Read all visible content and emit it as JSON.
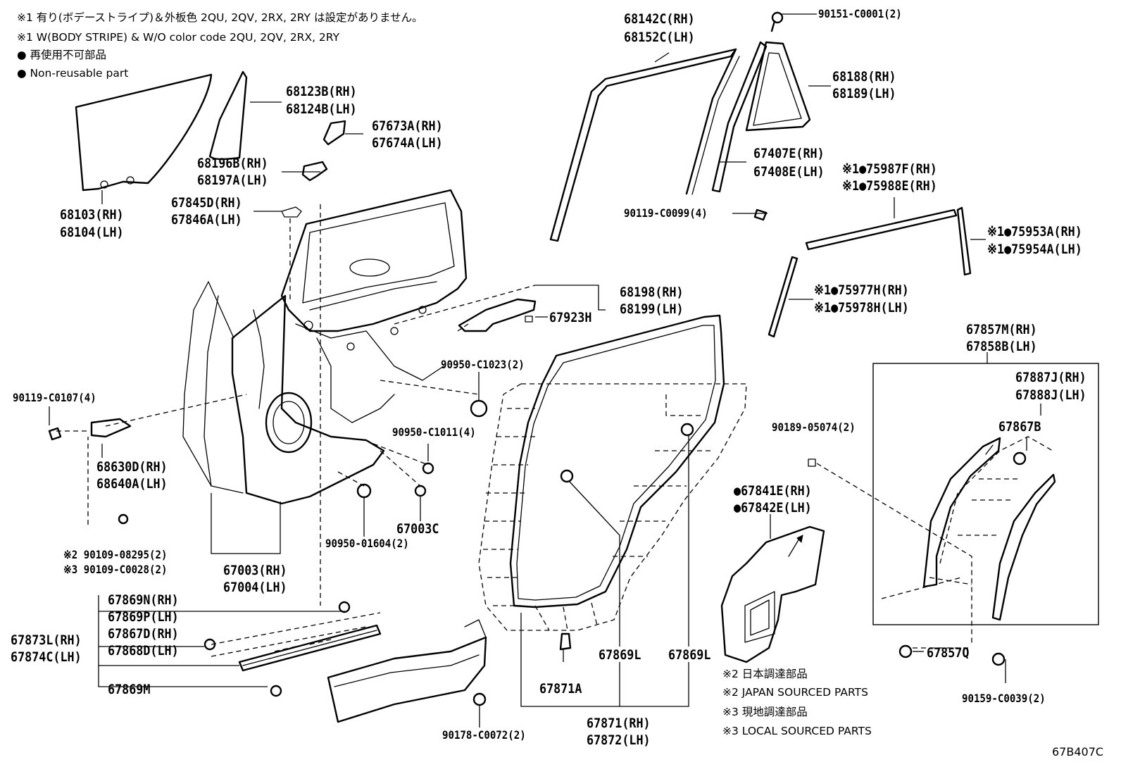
{
  "notes": {
    "n1_ja": "※1 有り(ボデーストライプ)＆外板色 2QU, 2QV, 2RX, 2RY は設定がありません。",
    "n1_en": "※1 W(BODY STRIPE) & W/O color code 2QU, 2QV, 2RX, 2RY",
    "n2_ja": "● 再使用不可部品",
    "n2_en": "● Non-reusable part",
    "f1": "※2 日本調達部品",
    "f2": "※2 JAPAN SOURCED PARTS",
    "f3": "※3 現地調達部品",
    "f4": "※3 LOCAL SOURCED PARTS"
  },
  "parts": {
    "p68142C": "68142C(RH)",
    "p68152C": "68152C(LH)",
    "p90151": "90151-C0001(2)",
    "p68188": "68188(RH)",
    "p68189": "68189(LH)",
    "p67407E": "67407E(RH)",
    "p67408E": "67408E(LH)",
    "p75987F": "※1●75987F(RH)",
    "p75988E": "※1●75988E(RH)",
    "p90119a": "90119-C0099(4)",
    "p75953A": "※1●75953A(RH)",
    "p75954A": "※1●75954A(LH)",
    "p75977H": "※1●75977H(RH)",
    "p75978H": "※1●75978H(LH)",
    "p67857M": "67857M(RH)",
    "p67858B": "67858B(LH)",
    "p67887J": "67887J(RH)",
    "p67888J": "67888J(LH)",
    "p67867B": "67867B",
    "p90189": "90189-05074(2)",
    "p67841E": "●67841E(RH)",
    "p67842E": "●67842E(LH)",
    "p67857Q": "67857Q",
    "p90159": "90159-C0039(2)",
    "p68123B": "68123B(RH)",
    "p68124B": "68124B(LH)",
    "p67673A": "67673A(RH)",
    "p67674A": "67674A(LH)",
    "p68196B": "68196B(RH)",
    "p68197A": "68197A(LH)",
    "p67845D": "67845D(RH)",
    "p67846A": "67846A(LH)",
    "p68103": "68103(RH)",
    "p68104": "68104(LH)",
    "p68198": "68198(RH)",
    "p68199": "68199(LH)",
    "p67923H": "67923H",
    "p90950a": "90950-C1023(2)",
    "p90950b": "90950-C1011(4)",
    "p90119b": "90119-C0107(4)",
    "p68630D": "68630D(RH)",
    "p68640A": "68640A(LH)",
    "p67003C": "67003C",
    "p90950c": "90950-01604(2)",
    "p90109a": "※2 90109-08295(2)",
    "p90109b": "※3 90109-C0028(2)",
    "p67003": "67003(RH)",
    "p67004": "67004(LH)",
    "p67869N": "67869N(RH)",
    "p67869P": "67869P(LH)",
    "p67867D": "67867D(RH)",
    "p67868D": "67868D(LH)",
    "p67873L": "67873L(RH)",
    "p67874C": "67874C(LH)",
    "p67869M": "67869M",
    "p90178": "90178-C0072(2)",
    "p67871A": "67871A",
    "p67869L1": "67869L",
    "p67869L2": "67869L",
    "p67871": "67871(RH)",
    "p67872": "67872(LH)"
  },
  "figure_code": "67B407C"
}
